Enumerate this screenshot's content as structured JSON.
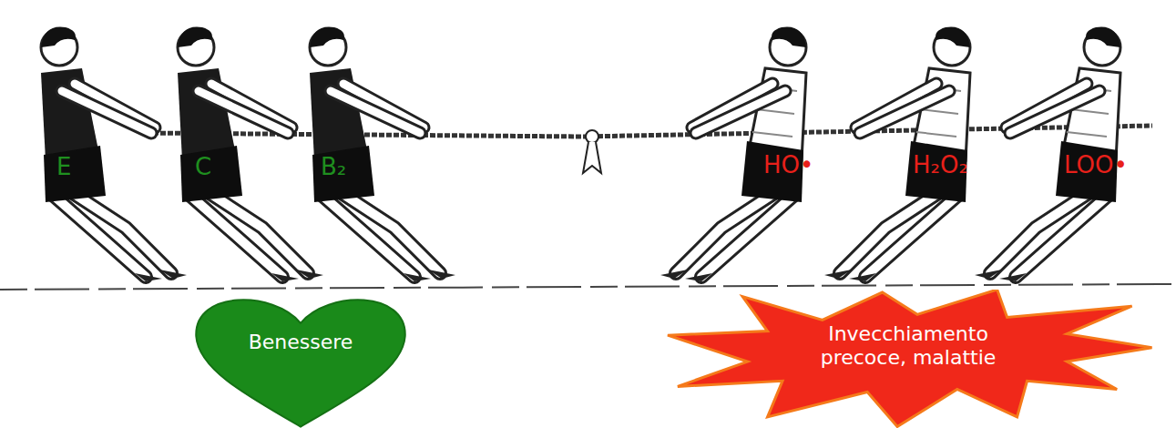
{
  "diagram": {
    "nodes": [
      {
        "text": [
          "Benessere"
        ]
      },
      {
        "text": [
          "Invecchiamento precoce, malattie"
        ]
      }
    ],
    "labels": [
      "E",
      "C",
      "B₂",
      "HO•",
      "H₂O₂",
      "LOO•"
    ]
  }
}
